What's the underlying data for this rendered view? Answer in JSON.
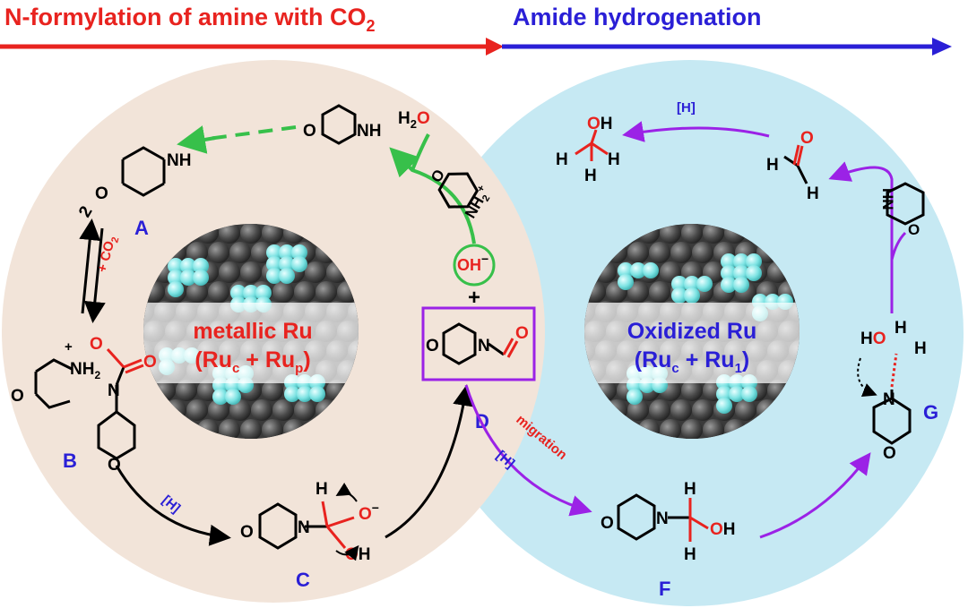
{
  "header": {
    "left_title": "N-formylation of amine with CO",
    "left_title_sub": "2",
    "right_title": "Amide hydrogenation"
  },
  "left_cycle": {
    "center_line1": "metallic Ru",
    "center_line2_parts": [
      "(Ru",
      "c",
      " + Ru",
      "p",
      ")"
    ]
  },
  "right_cycle": {
    "center_line1": "Oxidized Ru",
    "center_line2_parts": [
      "(Ru",
      "c",
      " + Ru",
      "1",
      ")"
    ]
  },
  "labels": {
    "A": "A",
    "B": "B",
    "C": "C",
    "D": "D",
    "F": "F",
    "G": "G"
  },
  "reagents": {
    "co2": "+ CO",
    "co2_sub": "2",
    "h2o": "H",
    "h2o_sub": "2",
    "h2o_o": "O",
    "hydride_1": "[H]",
    "hydride_2": "[H]",
    "hydride_3": "[H]",
    "migration": "migration",
    "oh_minus": "OH",
    "plus": "+",
    "coeff_2": "2"
  },
  "atoms": {
    "N": "N",
    "O": "O",
    "H": "H",
    "NH": "NH",
    "OH": "OH",
    "NH2_plus": "NH",
    "minus": "−",
    "plus_charge": "+"
  },
  "colors": {
    "red": "#e8231f",
    "blue": "#2a1fd6",
    "purple": "#9b22e6",
    "green": "#37c04a",
    "left_bg": "#f2e4d9",
    "right_bg": "#c6e9f3",
    "ru_dark": "#555555",
    "ru_cyan": "#7fe6e6"
  }
}
